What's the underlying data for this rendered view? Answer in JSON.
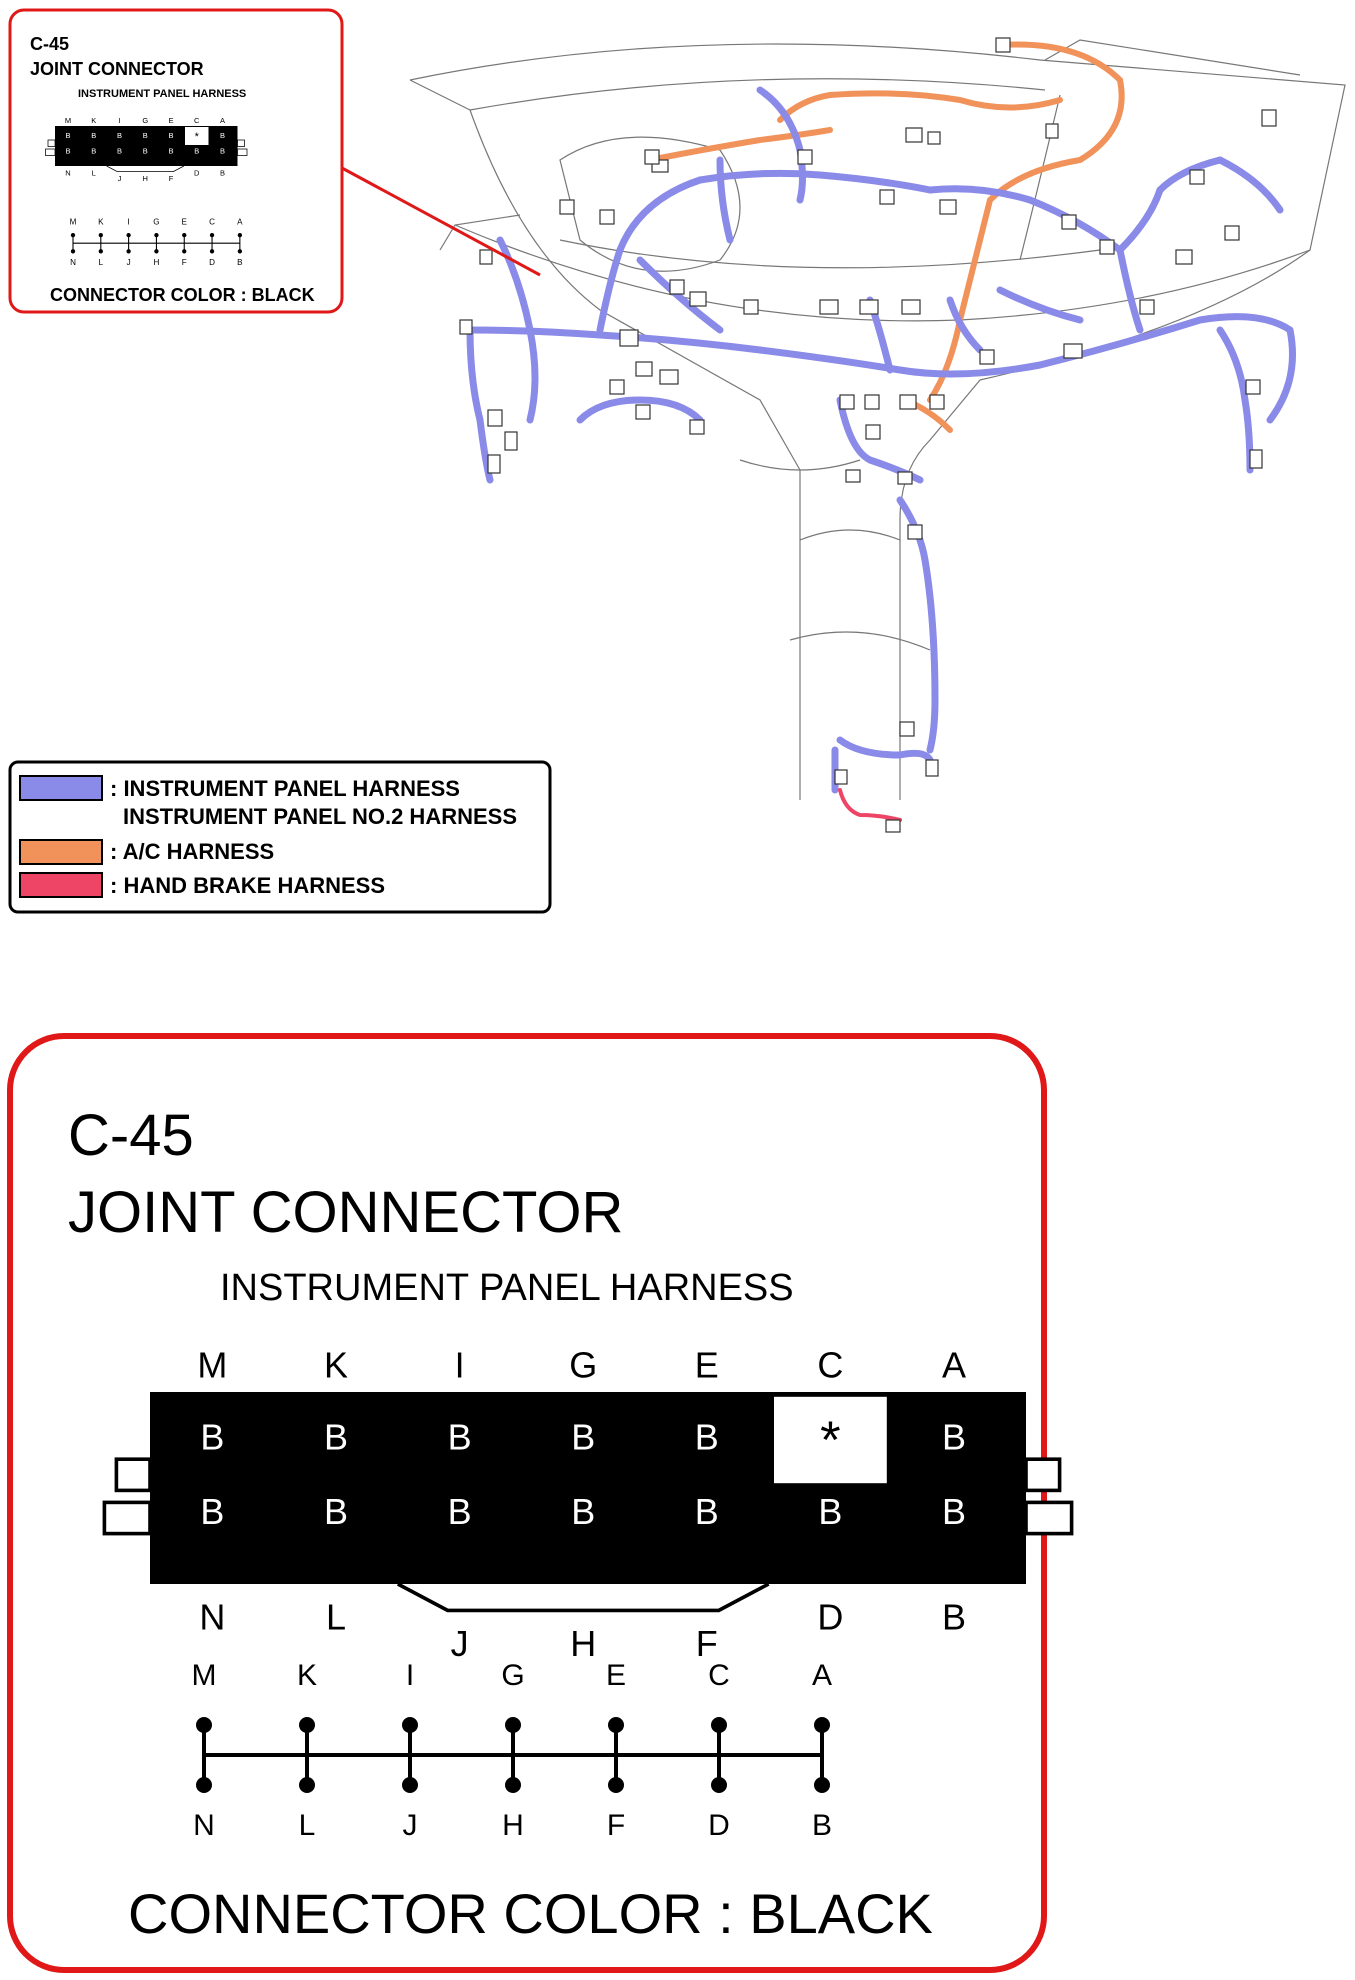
{
  "connector": {
    "id": "C-45",
    "name": "JOINT CONNECTOR",
    "harness": "INSTRUMENT PANEL HARNESS",
    "color_label": "CONNECTOR COLOR : BLACK",
    "top_pins": [
      "M",
      "K",
      "I",
      "G",
      "E",
      "C",
      "A"
    ],
    "bottom_pins": [
      "N",
      "L",
      "J",
      "H",
      "F",
      "D",
      "B"
    ],
    "top_cells": [
      "B",
      "B",
      "B",
      "B",
      "B",
      "*",
      "B"
    ],
    "bottom_cells": [
      "B",
      "B",
      "B",
      "B",
      "B",
      "B",
      "B"
    ]
  },
  "legend": [
    {
      "lines": [
        ": INSTRUMENT PANEL HARNESS",
        "INSTRUMENT PANEL NO.2 HARNESS"
      ],
      "color": "#8a8ae8"
    },
    {
      "lines": [
        ": A/C HARNESS"
      ],
      "color": "#f0925a"
    },
    {
      "lines": [
        ": HAND BRAKE HARNESS"
      ],
      "color": "#ee4466"
    }
  ],
  "colors": {
    "frame": "#e01818",
    "ip_harness": "#8a8ae8",
    "ac_harness": "#f0925a",
    "hand_brake": "#ee4466"
  }
}
